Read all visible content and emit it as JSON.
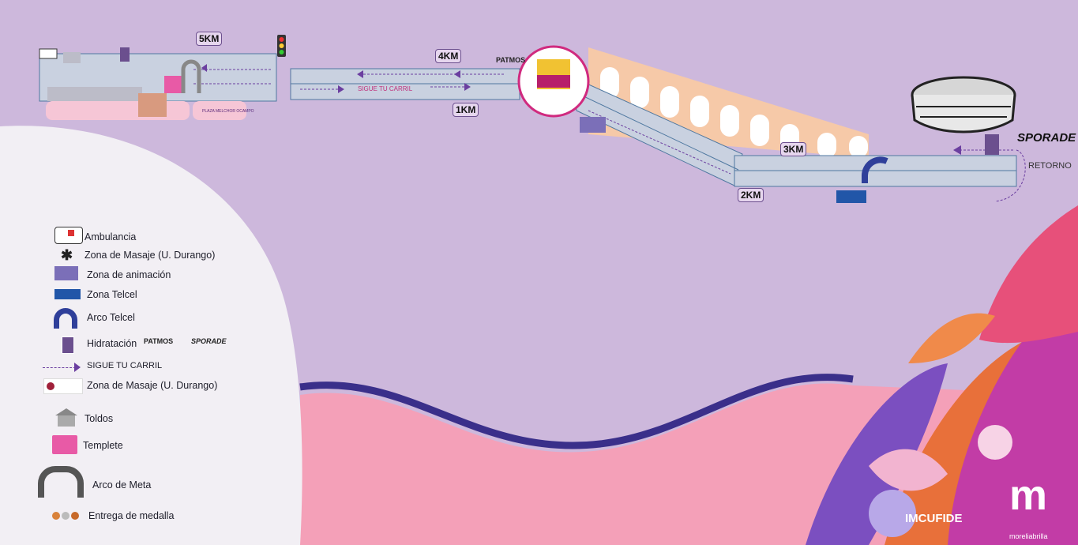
{
  "route": {
    "km_markers": [
      "5KM",
      "4KM",
      "1KM",
      "3KM",
      "2KM"
    ],
    "lane_text": "SIGUE TU CARRIL",
    "retorno": "RETORNO",
    "hydration_sponsor": "SPORADE",
    "patmos": "PATMOS",
    "plaza_label": "PLAZA MELCHOR OCAMPO"
  },
  "legend": {
    "items": [
      {
        "label": "Ambulancia",
        "icon": "ambulance-icon"
      },
      {
        "label": "Zona de Masaje (U. Durango)",
        "icon": "asterisk-icon"
      },
      {
        "label": "Zona de animación",
        "icon": "purple-square-icon"
      },
      {
        "label": "Zona Telcel",
        "icon": "blue-rect-icon"
      },
      {
        "label": "Arco Telcel",
        "icon": "arch-icon"
      },
      {
        "label": "Hidratación",
        "icon": "water-bottle-icon"
      },
      {
        "label": "SIGUE TU CARRIL",
        "icon": "dashed-arrow-icon"
      },
      {
        "label": "Zona de Masaje (U. Durango)",
        "icon": "university-logo-icon"
      },
      {
        "label": "Toldos",
        "icon": "tent-icon"
      },
      {
        "label": "Templete",
        "icon": "stage-icon"
      },
      {
        "label": "Arco de Meta",
        "icon": "finish-arch-icon"
      },
      {
        "label": "Entrega de medalla",
        "icon": "medal-icon"
      }
    ]
  },
  "brands": {
    "imcufide": "IMCUFIDE",
    "morelia": "moreliabrilla"
  },
  "colors": {
    "sky": "#cdb8dc",
    "road": "#c9d1e0",
    "pink": "#f4a0b8",
    "wave": "#3a2f8a",
    "aqueduct": "#f6c9a8",
    "accent": "#6b3fa0"
  }
}
